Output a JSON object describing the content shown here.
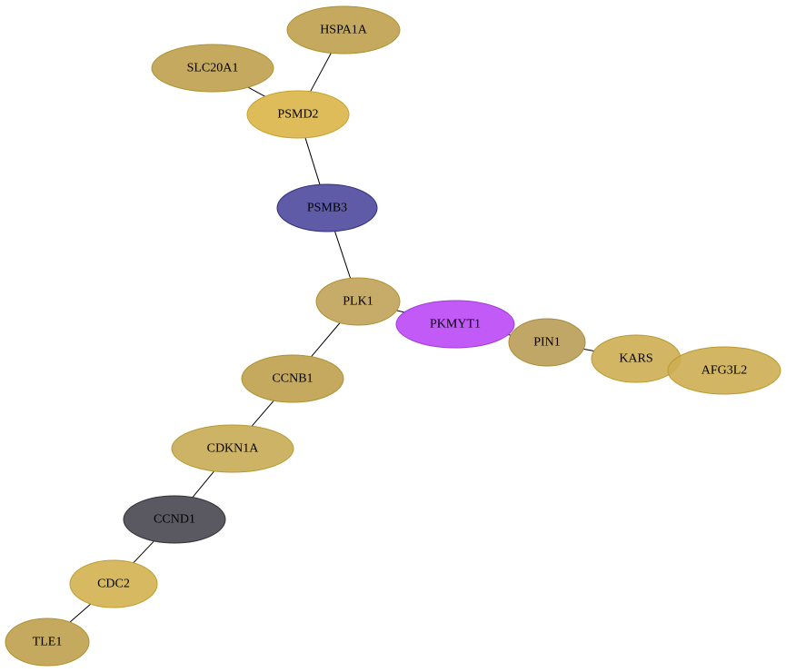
{
  "nodes": [
    {
      "id": "hspa1a",
      "label": "HSPA1A",
      "fill": "#BFA04E",
      "stroke": "#B0922E",
      "opacity": 0.9
    },
    {
      "id": "slc20a1",
      "label": "SLC20A1",
      "fill": "#BFA04E",
      "stroke": "#B0922E",
      "opacity": 0.9
    },
    {
      "id": "psmd2",
      "label": "PSMD2",
      "fill": "#DAB548",
      "stroke": "#C9A22C",
      "opacity": 0.9
    },
    {
      "id": "psmb3",
      "label": "PSMB3",
      "fill": "#5F5BA7",
      "stroke": "#33307F",
      "opacity": 1
    },
    {
      "id": "plk1",
      "label": "PLK1",
      "fill": "#C0A259",
      "stroke": "#B0922E",
      "opacity": 0.9
    },
    {
      "id": "pkmyt1",
      "label": "PKMYT1",
      "fill": "#C25AF7",
      "stroke": "#A13CD8",
      "opacity": 1
    },
    {
      "id": "pin1",
      "label": "PIN1",
      "fill": "#B99D58",
      "stroke": "#A88A36",
      "opacity": 0.9
    },
    {
      "id": "kars",
      "label": "KARS",
      "fill": "#CDAE52",
      "stroke": "#BC9A2E",
      "opacity": 0.9
    },
    {
      "id": "afg3l2",
      "label": "AFG3L2",
      "fill": "#CDAE52",
      "stroke": "#BC9A2E",
      "opacity": 0.9
    },
    {
      "id": "ccnb1",
      "label": "CCNB1",
      "fill": "#BFA04E",
      "stroke": "#B0922E",
      "opacity": 0.9
    },
    {
      "id": "cdkn1a",
      "label": "CDKN1A",
      "fill": "#C8AB54",
      "stroke": "#B89A30",
      "opacity": 0.9
    },
    {
      "id": "ccnd1",
      "label": "CCND1",
      "fill": "#5A5961",
      "stroke": "#33323A",
      "opacity": 1
    },
    {
      "id": "cdc2",
      "label": "CDC2",
      "fill": "#D2B150",
      "stroke": "#C09E30",
      "opacity": 0.9
    },
    {
      "id": "tle1",
      "label": "TLE1",
      "fill": "#BFA04E",
      "stroke": "#B0922E",
      "opacity": 0.9
    }
  ],
  "edges": [
    {
      "from": "hspa1a",
      "to": "psmd2"
    },
    {
      "from": "slc20a1",
      "to": "psmd2"
    },
    {
      "from": "psmd2",
      "to": "psmb3"
    },
    {
      "from": "psmb3",
      "to": "plk1"
    },
    {
      "from": "plk1",
      "to": "pkmyt1"
    },
    {
      "from": "plk1",
      "to": "ccnb1"
    },
    {
      "from": "pkmyt1",
      "to": "pin1"
    },
    {
      "from": "pin1",
      "to": "kars"
    },
    {
      "from": "kars",
      "to": "afg3l2"
    },
    {
      "from": "ccnb1",
      "to": "cdkn1a"
    },
    {
      "from": "cdkn1a",
      "to": "ccnd1"
    },
    {
      "from": "ccnd1",
      "to": "cdc2"
    },
    {
      "from": "cdc2",
      "to": "tle1"
    }
  ]
}
